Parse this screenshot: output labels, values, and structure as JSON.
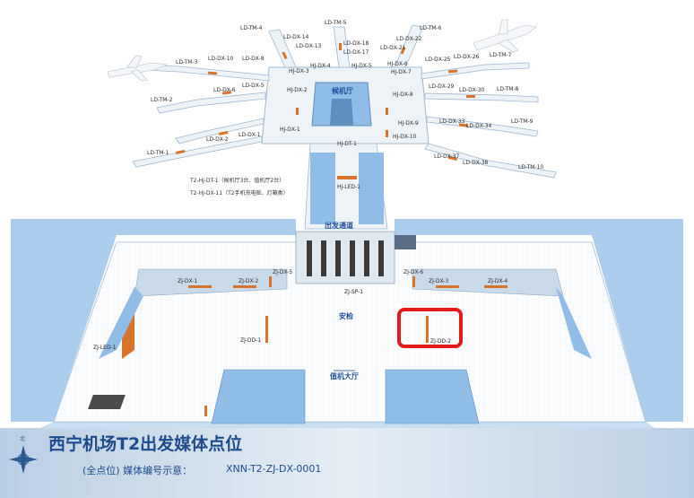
{
  "map": {
    "title": "西宁机场T2出发媒体点位",
    "subtitle": "(全点位) 媒体编号示意：",
    "code_example": "XNN-T2-ZJ-DX-0001",
    "compass_label": "北",
    "zones": {
      "waiting_hall": "候机厅",
      "departure_passage": "出发通道",
      "security": "安检",
      "checkin_hall": "值机大厅"
    },
    "notes": {
      "line1": "T2-HJ-DT-1（候机厅3台、值机厅2台）",
      "line2": "T2-HJ-DX-11（T2手机充电桩、灯箱类）"
    },
    "colors": {
      "floor_blue": "#8fbde8",
      "wall_light": "#eef3f8",
      "media_orange": "#d9722a",
      "highlight_red": "#e41a1a",
      "title_blue": "#1d4b8c"
    },
    "labels": {
      "LD_TM_1": "LD-TM-1",
      "LD_TM_2": "LD-TM-2",
      "LD_TM_3": "LD-TM-3",
      "LD_TM_4": "LD-TM-4",
      "LD_TM_5": "LD-TM-5",
      "LD_TM_6": "LD-TM-6",
      "LD_TM_7": "LD-TM-7",
      "LD_TM_8": "LD-TM-8",
      "LD_TM_9": "LD-TM-9",
      "LD_TM_10": "LD-TM-10",
      "LD_DX_1": "LD-DX-1",
      "LD_DX_2": "LD-DX-2",
      "LD_DX_5": "LD-DX-5",
      "LD_DX_6": "LD-DX-6",
      "LD_DX_8": "LD-DX-8",
      "LD_DX_10": "LD-DX-10",
      "LD_DX_13": "LD-DX-13",
      "LD_DX_14": "LD-DX-14",
      "LD_DX_17": "LD-DX-17",
      "LD_DX_18": "LD-DX-18",
      "LD_DX_21": "LD-DX-21",
      "LD_DX_22": "LD-DX-22",
      "LD_DX_25": "LD-DX-25",
      "LD_DX_26": "LD-DX-26",
      "LD_DX_29": "LD-DX-29",
      "LD_DX_30": "LD-DX-30",
      "LD_DX_33": "LD-DX-33",
      "LD_DX_34": "LD-DX-34",
      "LD_DX_37": "LD-DX-37",
      "LD_DX_38": "LD-DX-38",
      "HJ_DX_1": "HJ-DX-1",
      "HJ_DX_2": "HJ-DX-2",
      "HJ_DX_3": "HJ-DX-3",
      "HJ_DX_4": "HJ-DX-4",
      "HJ_DX_5": "HJ-DX-5",
      "HJ_DX_6": "HJ-DX-6",
      "HJ_DX_7": "HJ-DX-7",
      "HJ_DX_8": "HJ-DX-8",
      "HJ_DX_9": "HJ-DX-9",
      "HJ_DX_10": "HJ-DX-10",
      "HJ_DT_1": "HJ-DT-1",
      "HJ_LED_1": "HJ-LED-1",
      "ZJ_DX_1": "ZJ-DX-1",
      "ZJ_DX_2": "ZJ-DX-2",
      "ZJ_DX_3": "ZJ-DX-3",
      "ZJ_DX_4": "ZJ-DX-4",
      "ZJ_DX_5": "ZJ-DX-5",
      "ZJ_DX_6": "ZJ-DX-6",
      "ZJ_SP_1": "ZJ-SP-1",
      "ZJ_DD_1": "ZJ-DD-1",
      "ZJ_DD_2": "ZJ-DD-2",
      "ZJ_LED_1": "ZJ-LED-1"
    }
  }
}
